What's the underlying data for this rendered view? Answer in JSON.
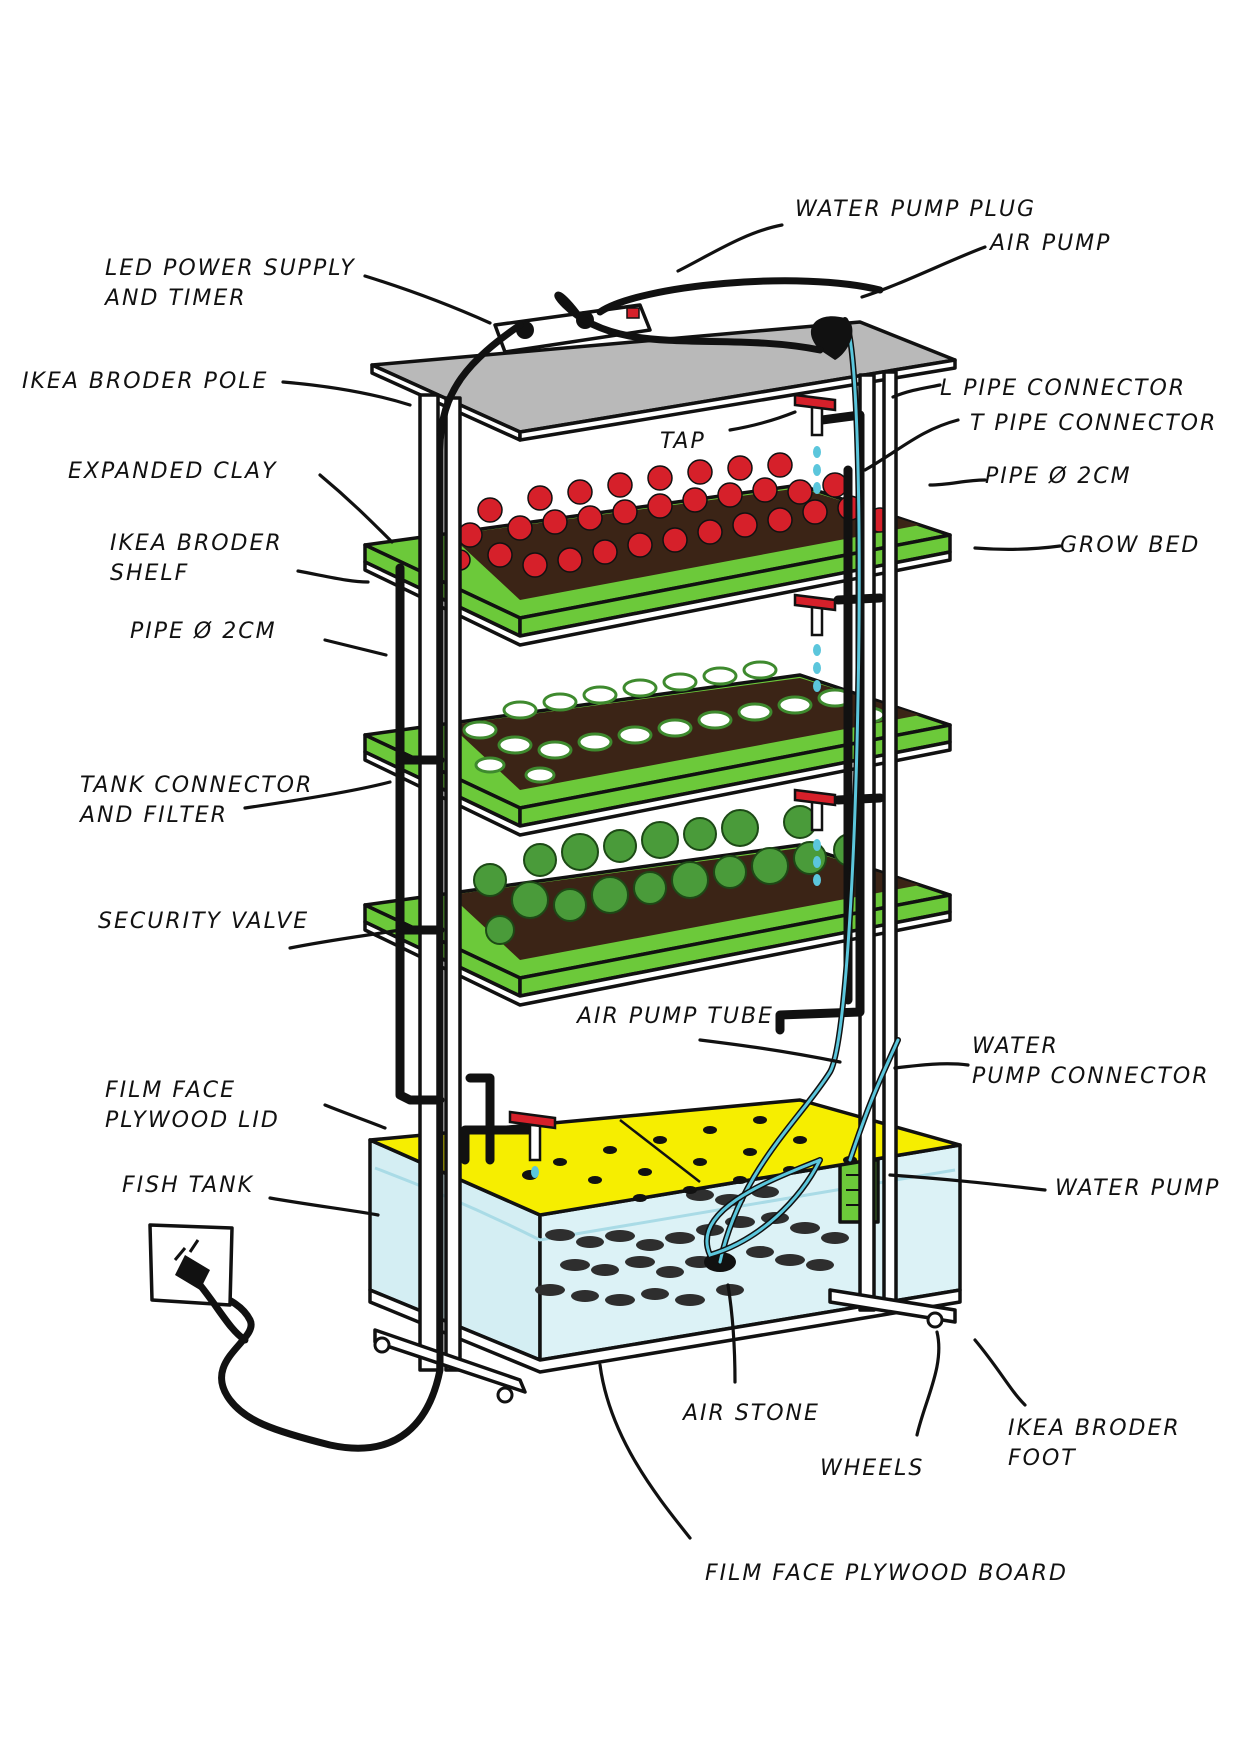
{
  "colors": {
    "shelf_green": "#6cc93a",
    "clay_red": "#d6202a",
    "lid_yellow": "#f6ee00",
    "water_blue": "#d4eef3",
    "roof_gray": "#b9b9b9",
    "soil_brown": "#3b2416",
    "leaf_green": "#4a9b3a",
    "tube_blue": "#5bc6dc"
  },
  "labels": {
    "water_pump_plug": "WATER PUMP PLUG",
    "air_pump": "AIR PUMP",
    "led_power_supply_line1": "LED POWER SUPPLY",
    "led_power_supply_line2": "AND TIMER",
    "ikea_broder_pole": "IKEA BRODER POLE",
    "l_pipe_connector": "L PIPE CONNECTOR",
    "t_pipe_connector": "T PIPE CONNECTOR",
    "tap": "TAP",
    "pipe_right": "PIPE Ø 2CM",
    "expanded_clay": "EXPANDED CLAY",
    "grow_bed": "GROW BED",
    "ikea_broder_shelf_line1": "IKEA BRODER",
    "ikea_broder_shelf_line2": "SHELF",
    "pipe_left": "PIPE Ø 2CM",
    "tank_connector_line1": "TANK CONNECTOR",
    "tank_connector_line2": "AND FILTER",
    "security_valve": "SECURITY VALVE",
    "air_pump_tube": "AIR PUMP TUBE",
    "water_pump_connector_line1": "WATER",
    "water_pump_connector_line2": "PUMP CONNECTOR",
    "film_face_lid_line1": "FILM FACE",
    "film_face_lid_line2": "PLYWOOD LID",
    "fish_tank": "FISH TANK",
    "water_pump": "WATER PUMP",
    "air_stone": "AIR STONE",
    "ikea_broder_foot_line1": "IKEA BRODER",
    "ikea_broder_foot_line2": "FOOT",
    "wheels": "WHEELS",
    "film_face_board": "FILM FACE PLYWOOD BOARD"
  }
}
